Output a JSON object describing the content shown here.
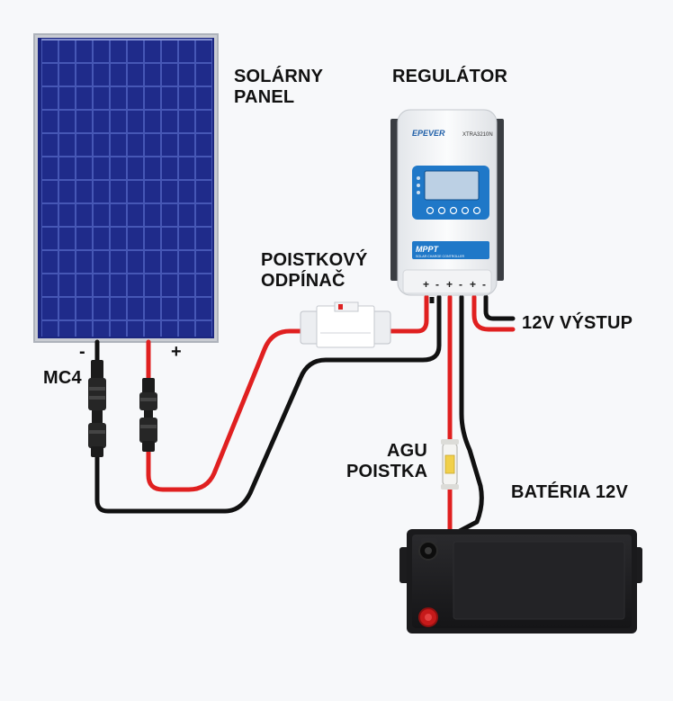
{
  "labels": {
    "panel_line1": "SOLÁRNY",
    "panel_line2": "PANEL",
    "regulator": "REGULÁTOR",
    "breaker_line1": "POISTKOVÝ",
    "breaker_line2": "ODPÍNAČ",
    "output": "12V VÝSTUP",
    "mc4": "MC4",
    "fuse_line1": "AGU",
    "fuse_line2": "POISTKA",
    "battery": "BATÉRIA 12V"
  },
  "panel": {
    "minus": "-",
    "plus": "+"
  },
  "controller": {
    "brand": "EPEVER",
    "model": "XTRA3210N",
    "mppt": "MPPT",
    "subtitle": "SOLAR CHARGE CONTROLLER",
    "terminal_signs": [
      "+",
      "-",
      "+",
      "-",
      "+",
      "-"
    ]
  },
  "colors": {
    "positive_wire": "#e02020",
    "negative_wire": "#111111",
    "panel_cell": "#1d2a86",
    "controller_accent": "#1f78c8",
    "background": "#f7f8fa"
  }
}
